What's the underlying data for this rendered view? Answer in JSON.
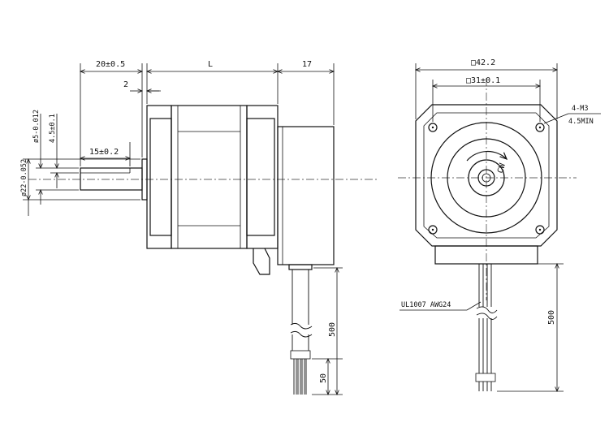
{
  "side_view": {
    "dim_shaft_length": "20±0.5",
    "dim_body_length": "L",
    "dim_rear_length": "17",
    "dim_flange_thickness": "2",
    "dim_shaft_diameter": "ø5-0.012",
    "dim_flat_depth": "4.5±0.1",
    "dim_flat_length": "15±0.2",
    "dim_boss_diameter": "ø22-0.052",
    "dim_cable_length": "500",
    "dim_strip_length": "50"
  },
  "front_view": {
    "dim_frame_size": "□42.2",
    "dim_hole_pitch": "□31±0.1",
    "dim_thread": "4-M3",
    "dim_thread_depth": "4.5MIN",
    "rotation_label": "CW",
    "cable_spec": "UL1007  AWG24",
    "dim_cable_length": "500"
  }
}
